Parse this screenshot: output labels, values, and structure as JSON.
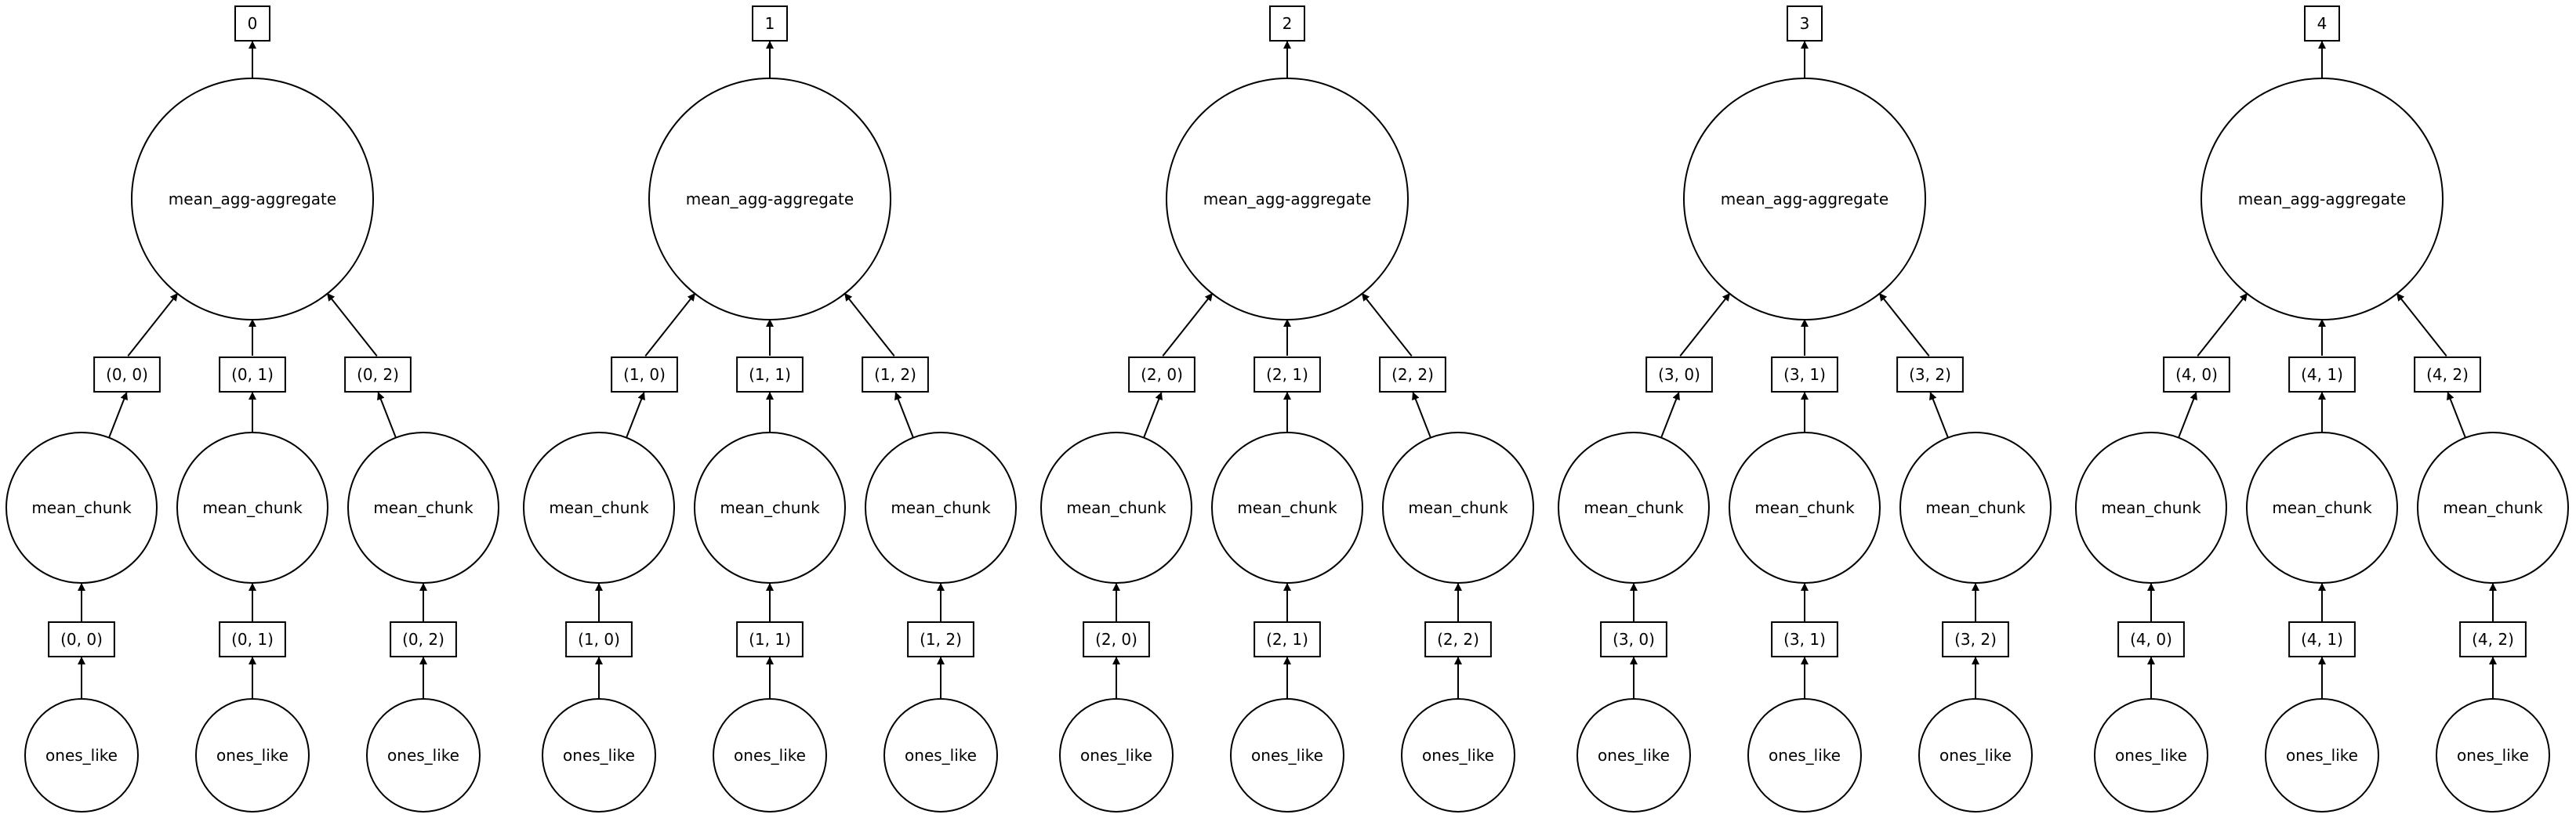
{
  "graph": {
    "subgraphs": [
      {
        "output": "0",
        "aggregate": "mean_agg-aggregate",
        "chunk_keys": [
          "(0, 0)",
          "(0, 1)",
          "(0, 2)"
        ],
        "chunk_ops": [
          "mean_chunk",
          "mean_chunk",
          "mean_chunk"
        ],
        "input_keys": [
          "(0, 0)",
          "(0, 1)",
          "(0, 2)"
        ],
        "input_ops": [
          "ones_like",
          "ones_like",
          "ones_like"
        ]
      },
      {
        "output": "1",
        "aggregate": "mean_agg-aggregate",
        "chunk_keys": [
          "(1, 0)",
          "(1, 1)",
          "(1, 2)"
        ],
        "chunk_ops": [
          "mean_chunk",
          "mean_chunk",
          "mean_chunk"
        ],
        "input_keys": [
          "(1, 0)",
          "(1, 1)",
          "(1, 2)"
        ],
        "input_ops": [
          "ones_like",
          "ones_like",
          "ones_like"
        ]
      },
      {
        "output": "2",
        "aggregate": "mean_agg-aggregate",
        "chunk_keys": [
          "(2, 0)",
          "(2, 1)",
          "(2, 2)"
        ],
        "chunk_ops": [
          "mean_chunk",
          "mean_chunk",
          "mean_chunk"
        ],
        "input_keys": [
          "(2, 0)",
          "(2, 1)",
          "(2, 2)"
        ],
        "input_ops": [
          "ones_like",
          "ones_like",
          "ones_like"
        ]
      },
      {
        "output": "3",
        "aggregate": "mean_agg-aggregate",
        "chunk_keys": [
          "(3, 0)",
          "(3, 1)",
          "(3, 2)"
        ],
        "chunk_ops": [
          "mean_chunk",
          "mean_chunk",
          "mean_chunk"
        ],
        "input_keys": [
          "(3, 0)",
          "(3, 1)",
          "(3, 2)"
        ],
        "input_ops": [
          "ones_like",
          "ones_like",
          "ones_like"
        ]
      },
      {
        "output": "4",
        "aggregate": "mean_agg-aggregate",
        "chunk_keys": [
          "(4, 0)",
          "(4, 1)",
          "(4, 2)"
        ],
        "chunk_ops": [
          "mean_chunk",
          "mean_chunk",
          "mean_chunk"
        ],
        "input_keys": [
          "(4, 0)",
          "(4, 1)",
          "(4, 2)"
        ],
        "input_ops": [
          "ones_like",
          "ones_like",
          "ones_like"
        ]
      }
    ]
  }
}
